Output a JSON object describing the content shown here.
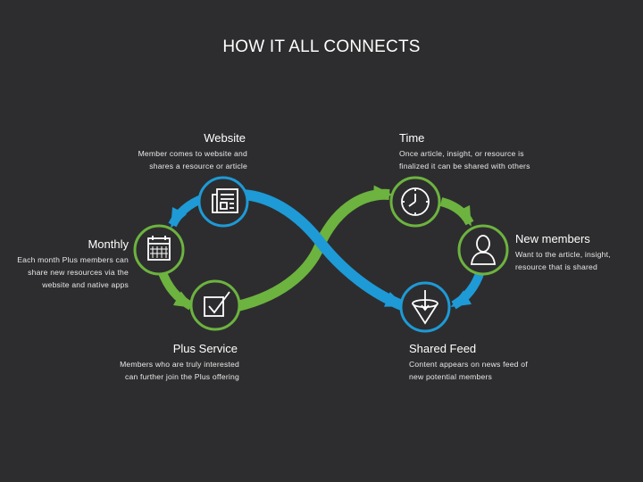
{
  "slide": {
    "title": "HOW IT ALL CONNECTS",
    "colors": {
      "blue": "#1e9ad6",
      "green": "#6db33f",
      "background": "#2d2d2f"
    }
  },
  "nodes": {
    "website": {
      "label": "Website",
      "desc": [
        "Member comes to website and",
        "shares a resource or article"
      ],
      "icon": "newspaper-icon"
    },
    "time": {
      "label": "Time",
      "desc": [
        "Once article, insight, or resource is",
        "finalized it can be shared with others"
      ],
      "icon": "clock-icon"
    },
    "monthly": {
      "label": "Monthly",
      "desc": [
        "Each month Plus members can",
        "share new resources via the",
        "website and native apps"
      ],
      "icon": "calendar-icon"
    },
    "new_members": {
      "label": "New members",
      "desc": [
        "Want to the article, insight,",
        "resource that is shared"
      ],
      "icon": "person-icon"
    },
    "plus_service": {
      "label": "Plus Service",
      "desc": [
        "Members who are truly interested",
        "can further join the Plus offering"
      ],
      "icon": "checkbox-icon"
    },
    "shared_feed": {
      "label": "Shared Feed",
      "desc": [
        "Content appears on news feed of",
        "new potential members"
      ],
      "icon": "funnel-icon"
    }
  }
}
